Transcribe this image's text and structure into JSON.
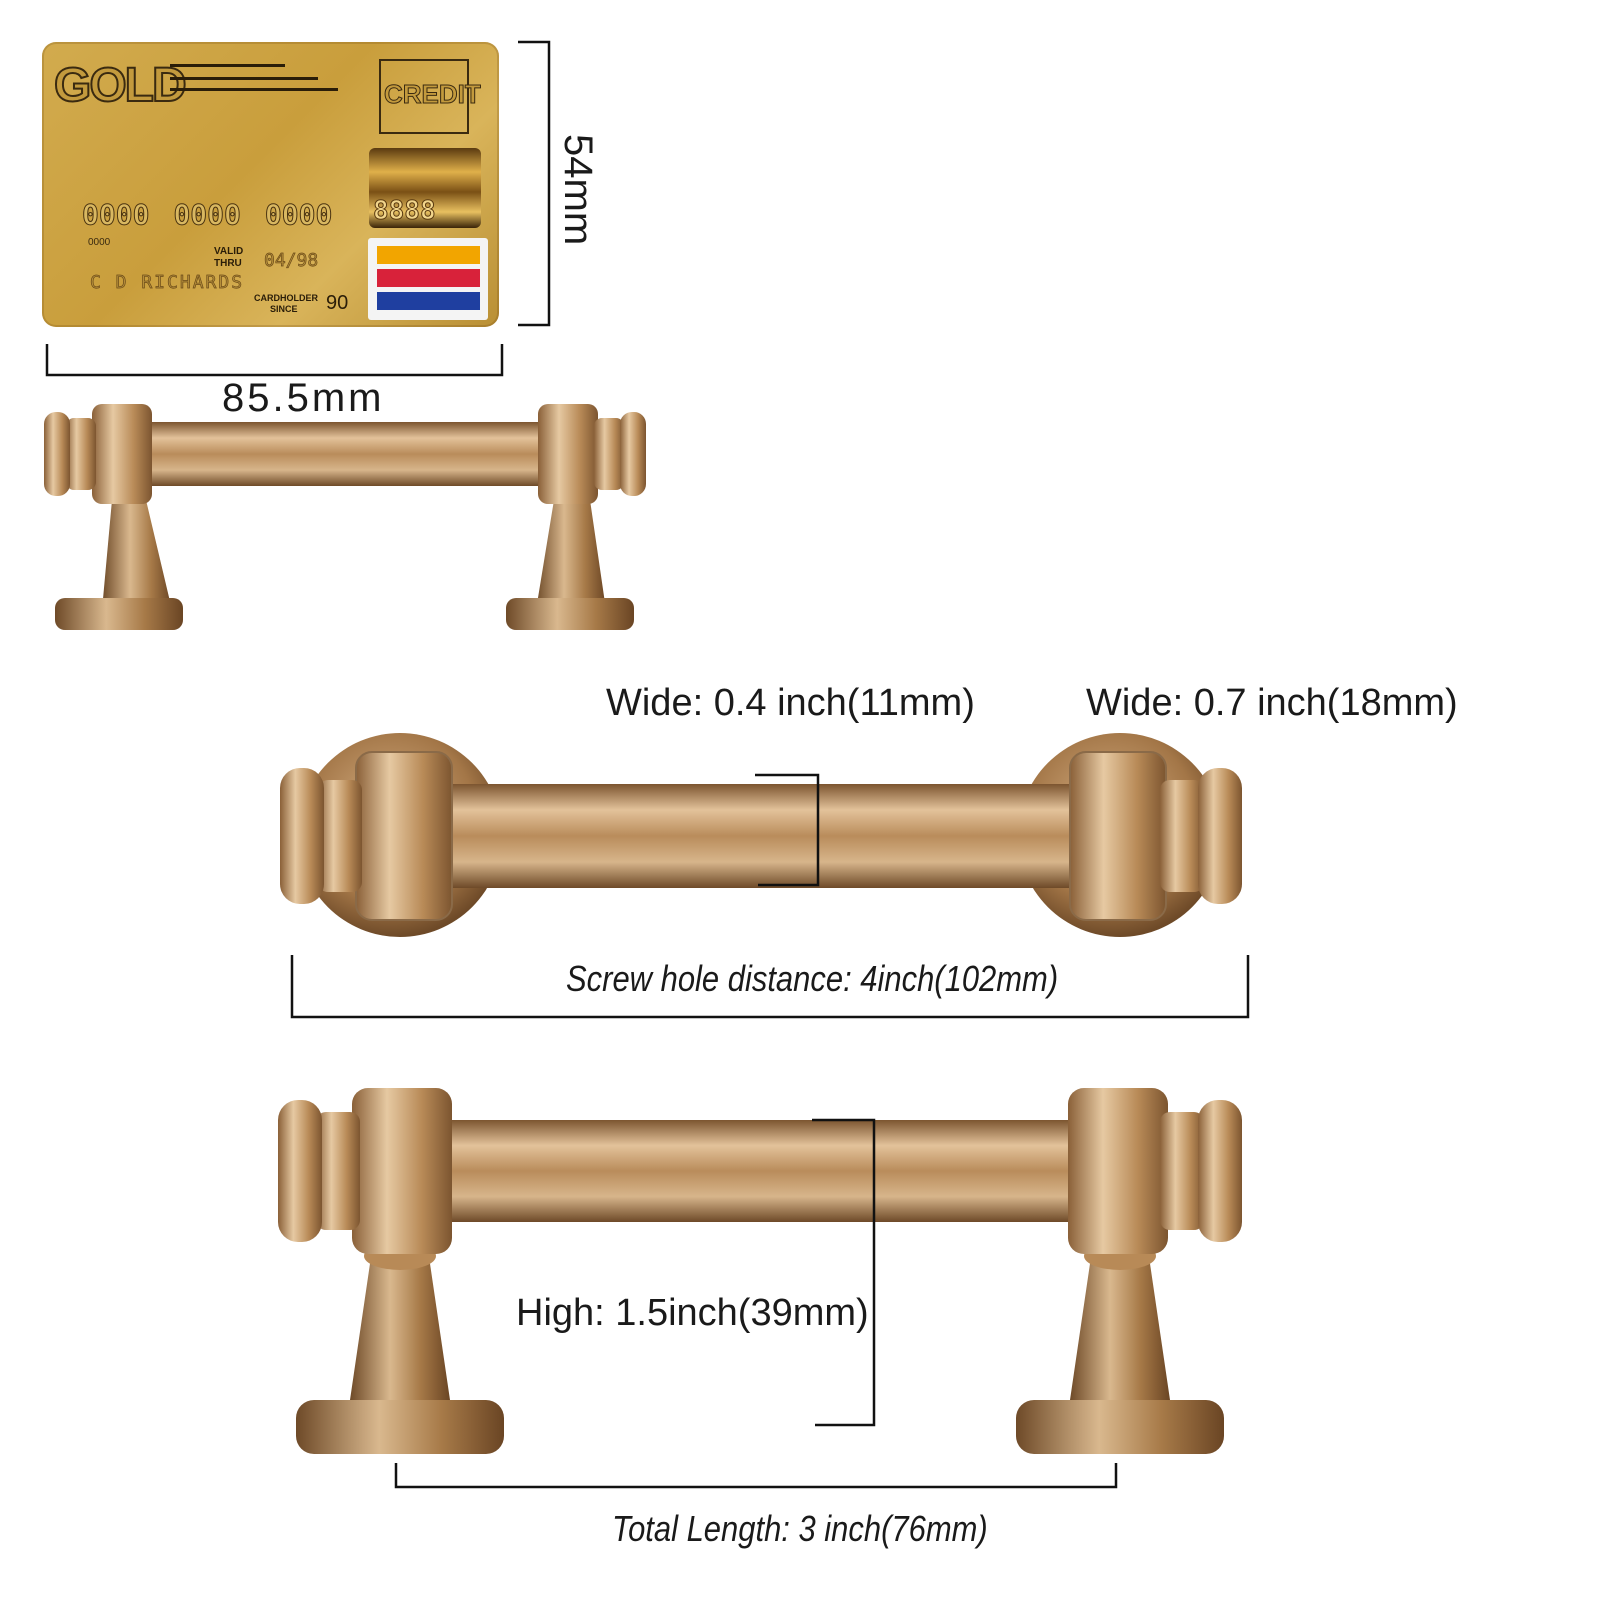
{
  "card": {
    "brand": "GOLD",
    "type": "CREDIT",
    "number_groups": [
      "0000",
      "0000",
      "0000"
    ],
    "hologram_number": "8888",
    "small_number": "0000",
    "valid_label_1": "VALID",
    "valid_label_2": "THRU",
    "valid_date": "04/98",
    "holder_name": "C D RICHARDS",
    "since_label_1": "CARDHOLDER",
    "since_label_2": "SINCE",
    "since_year": "90",
    "colors": {
      "card": "#c9a13f",
      "stripe_top": "#f2a500",
      "stripe_mid": "#d8223a",
      "stripe_bottom": "#1f3fa0"
    }
  },
  "dimensions": {
    "card_height": "54mm",
    "card_width_partial": "85.5mm",
    "wide_bar": "Wide: 0.4 inch(11mm)",
    "wide_end": "Wide: 0.7 inch(18mm)",
    "screw_hole": "Screw hole distance: 4inch(102mm)",
    "high": "High: 1.5inch(39mm)",
    "total_length": "Total Length: 3 inch(76mm)"
  },
  "colors": {
    "brass": "#b88a57",
    "brass_light": "#e6c79e",
    "brass_dark": "#7c5530",
    "line": "#111111"
  }
}
